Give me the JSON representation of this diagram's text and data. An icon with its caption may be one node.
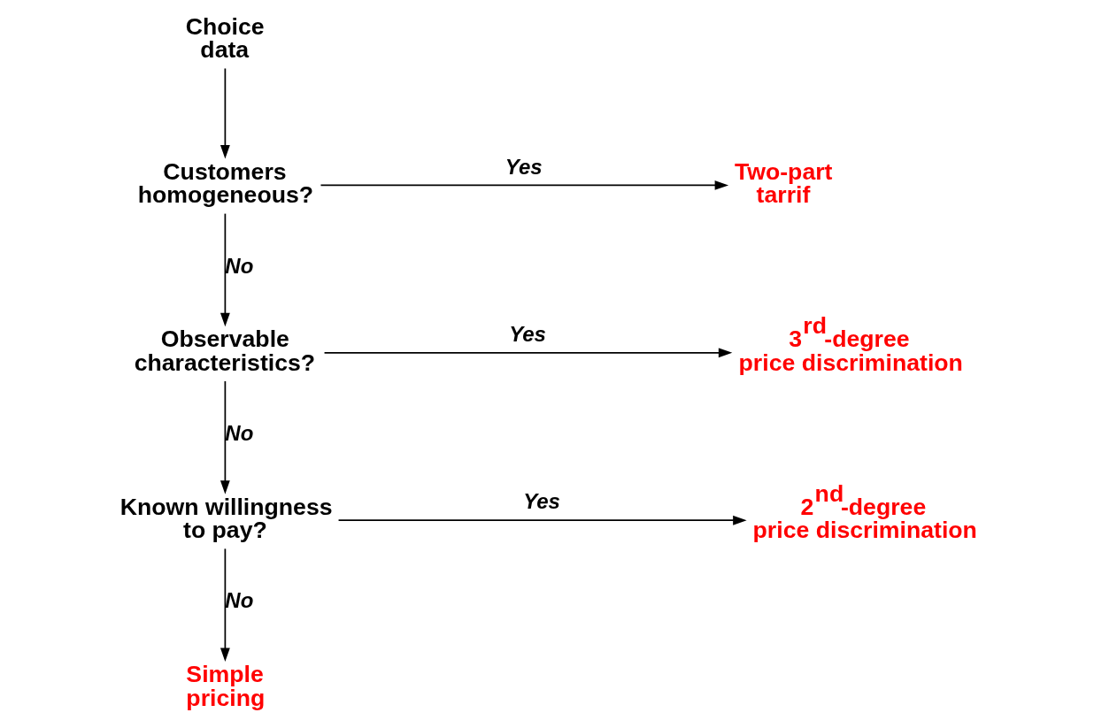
{
  "diagram": {
    "nodes": [
      {
        "text": [
          "Choice data"
        ]
      },
      {
        "text": [
          "Customers homogeneous?"
        ]
      },
      {
        "text": [
          "Two-part tarrif"
        ]
      },
      {
        "text": [
          "Observable characteristics?"
        ]
      },
      {
        "text": [
          "3$^{rd}$-degree price discrimination"
        ]
      },
      {
        "text": [
          "Known willingness to pay?"
        ]
      },
      {
        "text": [
          "2$^{nd}$-degree price discrimination"
        ]
      },
      {
        "text": [
          "Simple pricing"
        ]
      }
    ],
    "edges": [
      {
        "from": 0,
        "to": 1,
        "arrow": "to"
      },
      {
        "from": 1,
        "to": 2,
        "arrow": "to",
        "label": "Yes"
      },
      {
        "from": 1,
        "to": 3,
        "arrow": "to",
        "label": "No"
      },
      {
        "from": 3,
        "to": 4,
        "arrow": "to",
        "label": "Yes"
      },
      {
        "from": 3,
        "to": 5,
        "arrow": "to",
        "label": "No"
      },
      {
        "from": 5,
        "to": 6,
        "arrow": "to",
        "label": "Yes"
      },
      {
        "from": 5,
        "to": 7,
        "arrow": "to",
        "label": "No"
      }
    ]
  }
}
